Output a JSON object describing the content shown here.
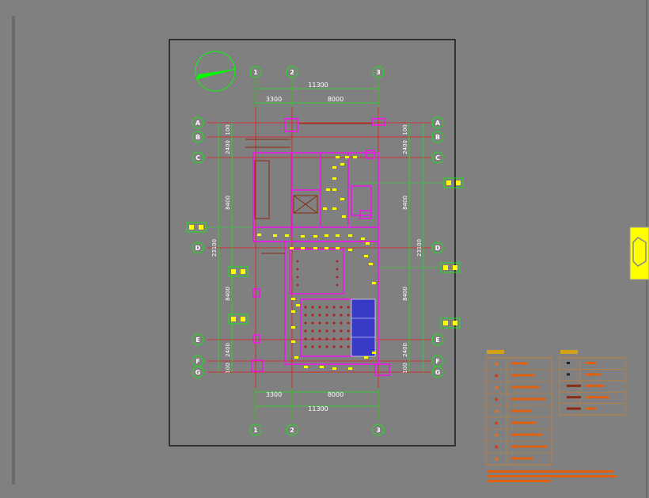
{
  "drawing": {
    "colors": {
      "background": "#808080",
      "frame": "#000000",
      "axis_line": "#e8161b",
      "dimension": "#18e318",
      "wall": "#f012f0",
      "furniture": "#ffff00",
      "detail": "#8a1a1a",
      "legend": "#d08020",
      "north": "#00ff00",
      "side_tab": "#ffff00"
    },
    "dimensions": {
      "top_total": "11300",
      "top_left": "3300",
      "top_right": "8000",
      "bottom_total": "11300",
      "bottom_left": "3300",
      "bottom_right": "8000",
      "left_segments": [
        "100",
        "2400",
        "8400",
        "8400",
        "2400",
        "100"
      ],
      "left_total": "23100",
      "right_segments": [
        "100",
        "2400",
        "8400",
        "8400",
        "2400",
        "100"
      ],
      "right_total": "23100"
    },
    "axis_bubbles": {
      "top": [
        "1",
        "2",
        "3"
      ],
      "bottom": [
        "1",
        "2",
        "3"
      ],
      "left": [
        "A",
        "B",
        "C",
        "D",
        "E",
        "F",
        "G"
      ],
      "right": [
        "A",
        "B",
        "C",
        "D",
        "E",
        "F",
        "G"
      ]
    },
    "legends": [
      {
        "rows": 9
      },
      {
        "rows": 5
      }
    ]
  }
}
